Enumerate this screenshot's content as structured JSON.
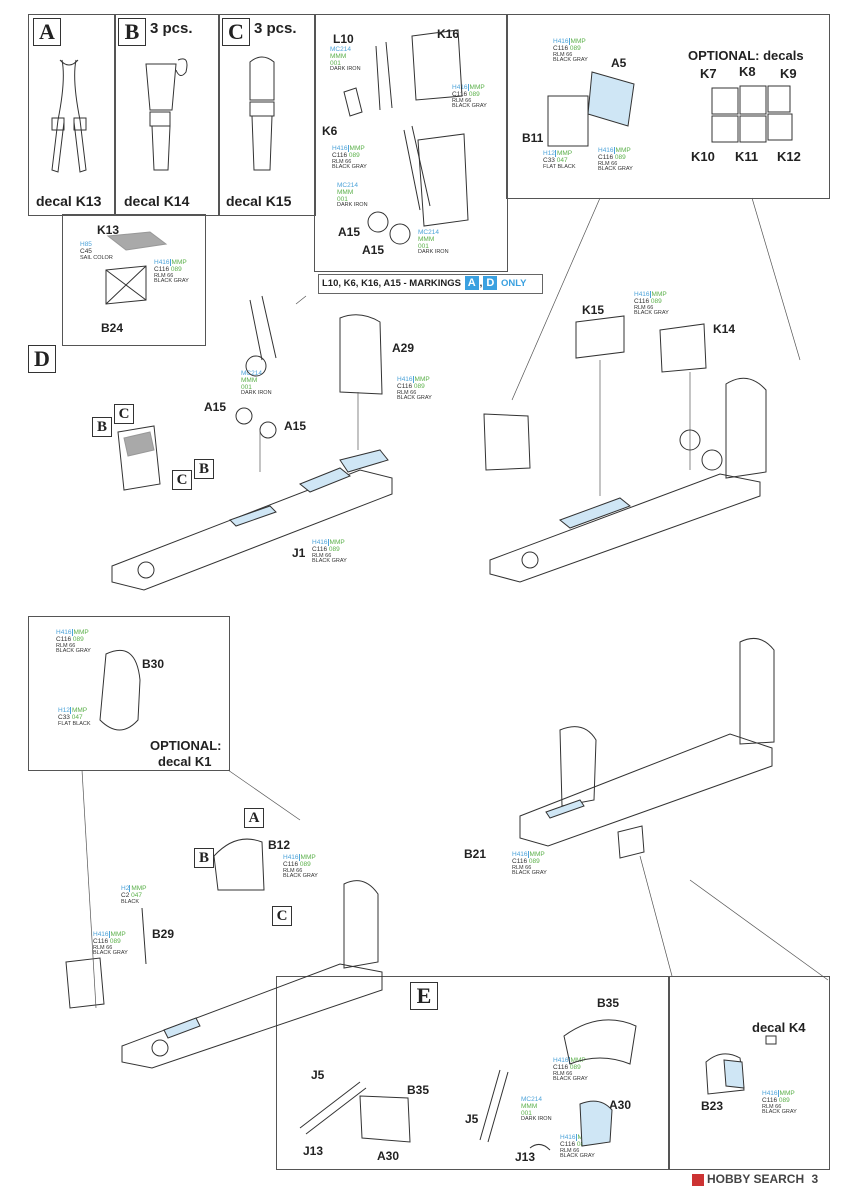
{
  "boxes": {
    "A": {
      "letter": "A",
      "decal": "decal K13"
    },
    "B": {
      "letter": "B",
      "qty": "3 pcs.",
      "decal": "decal K14"
    },
    "C": {
      "letter": "C",
      "qty": "3 pcs.",
      "decal": "decal K15"
    },
    "D": {
      "letter": "D"
    },
    "E": {
      "letter": "E"
    }
  },
  "parts": {
    "L10": "L10",
    "K16": "K16",
    "K6": "K6",
    "A15": "A15",
    "A5": "A5",
    "B11": "B11",
    "K13": "K13",
    "B24": "B24",
    "A29": "A29",
    "J1": "J1",
    "K15": "K15",
    "K14": "K14",
    "B30": "B30",
    "B21": "B21",
    "B12": "B12",
    "B29": "B29",
    "J5": "J5",
    "B35": "B35",
    "J13": "J13",
    "A30": "A30",
    "B23": "B23"
  },
  "decals_optional": {
    "title": "OPTIONAL: decals",
    "items": [
      "K7",
      "K8",
      "K9",
      "K10",
      "K11",
      "K12"
    ]
  },
  "optional_k1": {
    "line1": "OPTIONAL:",
    "line2": "decal K1"
  },
  "decal_k4": "decal K4",
  "markings_note": {
    "text": "L10, K6, K16, A15 - MARKINGS",
    "m1": "A",
    "sep": ",",
    "m2": "D",
    "suffix": "ONLY"
  },
  "paint": {
    "h416": "H416",
    "mmp": "MMP",
    "c116": "C116",
    "n089": "089",
    "rlm66": "RLM 66",
    "blackgray": "BLACK GRAY",
    "mc214": "MC214",
    "mmm": "MMM",
    "n001": "001",
    "darkiron": "DARK IRON",
    "h12": "H12",
    "c33": "C33",
    "n047": "047",
    "flatblack": "FLAT BLACK",
    "h85": "H85",
    "c45": "C45",
    "sailcolor": "SAIL COLOR",
    "h2": "H2",
    "c2": "C2",
    "black": "BLACK"
  },
  "watermark": {
    "brand": "HOBBY SEARCH",
    "page": "3"
  },
  "colors": {
    "accent": "#3aa0e0",
    "line": "#333333",
    "paint_h": "#4da3d9",
    "paint_m": "#5bb04a"
  }
}
